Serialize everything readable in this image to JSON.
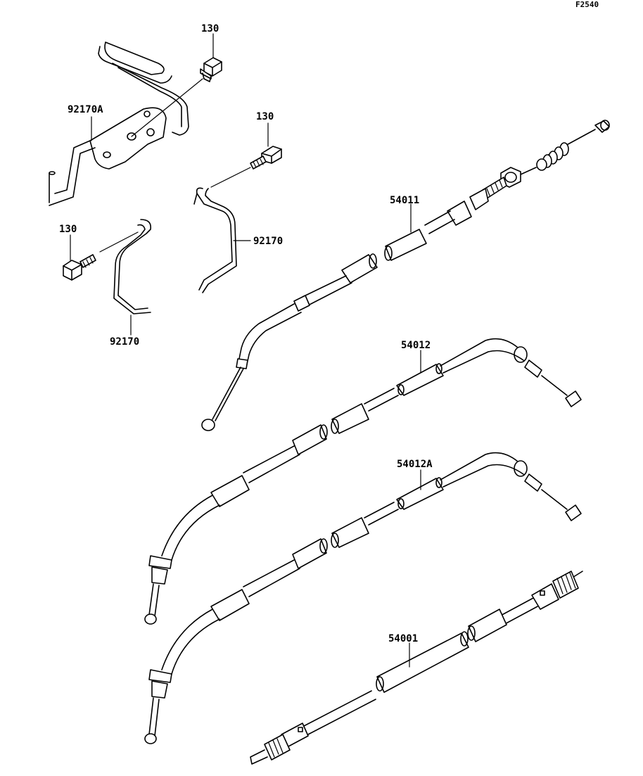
{
  "figure_id": "F2540",
  "parts": [
    {
      "id": "bolt-top",
      "number": "130"
    },
    {
      "id": "bracket",
      "number": "92170A"
    },
    {
      "id": "bolt-mid",
      "number": "130"
    },
    {
      "id": "clamp-right",
      "number": "92170"
    },
    {
      "id": "bolt-left",
      "number": "130"
    },
    {
      "id": "clamp-left",
      "number": "92170"
    },
    {
      "id": "choke-cable",
      "number": "54011"
    },
    {
      "id": "throttle-cable",
      "number": "54012"
    },
    {
      "id": "throttle-cable-a",
      "number": "54012A"
    },
    {
      "id": "speedometer-cable",
      "number": "54001"
    }
  ]
}
